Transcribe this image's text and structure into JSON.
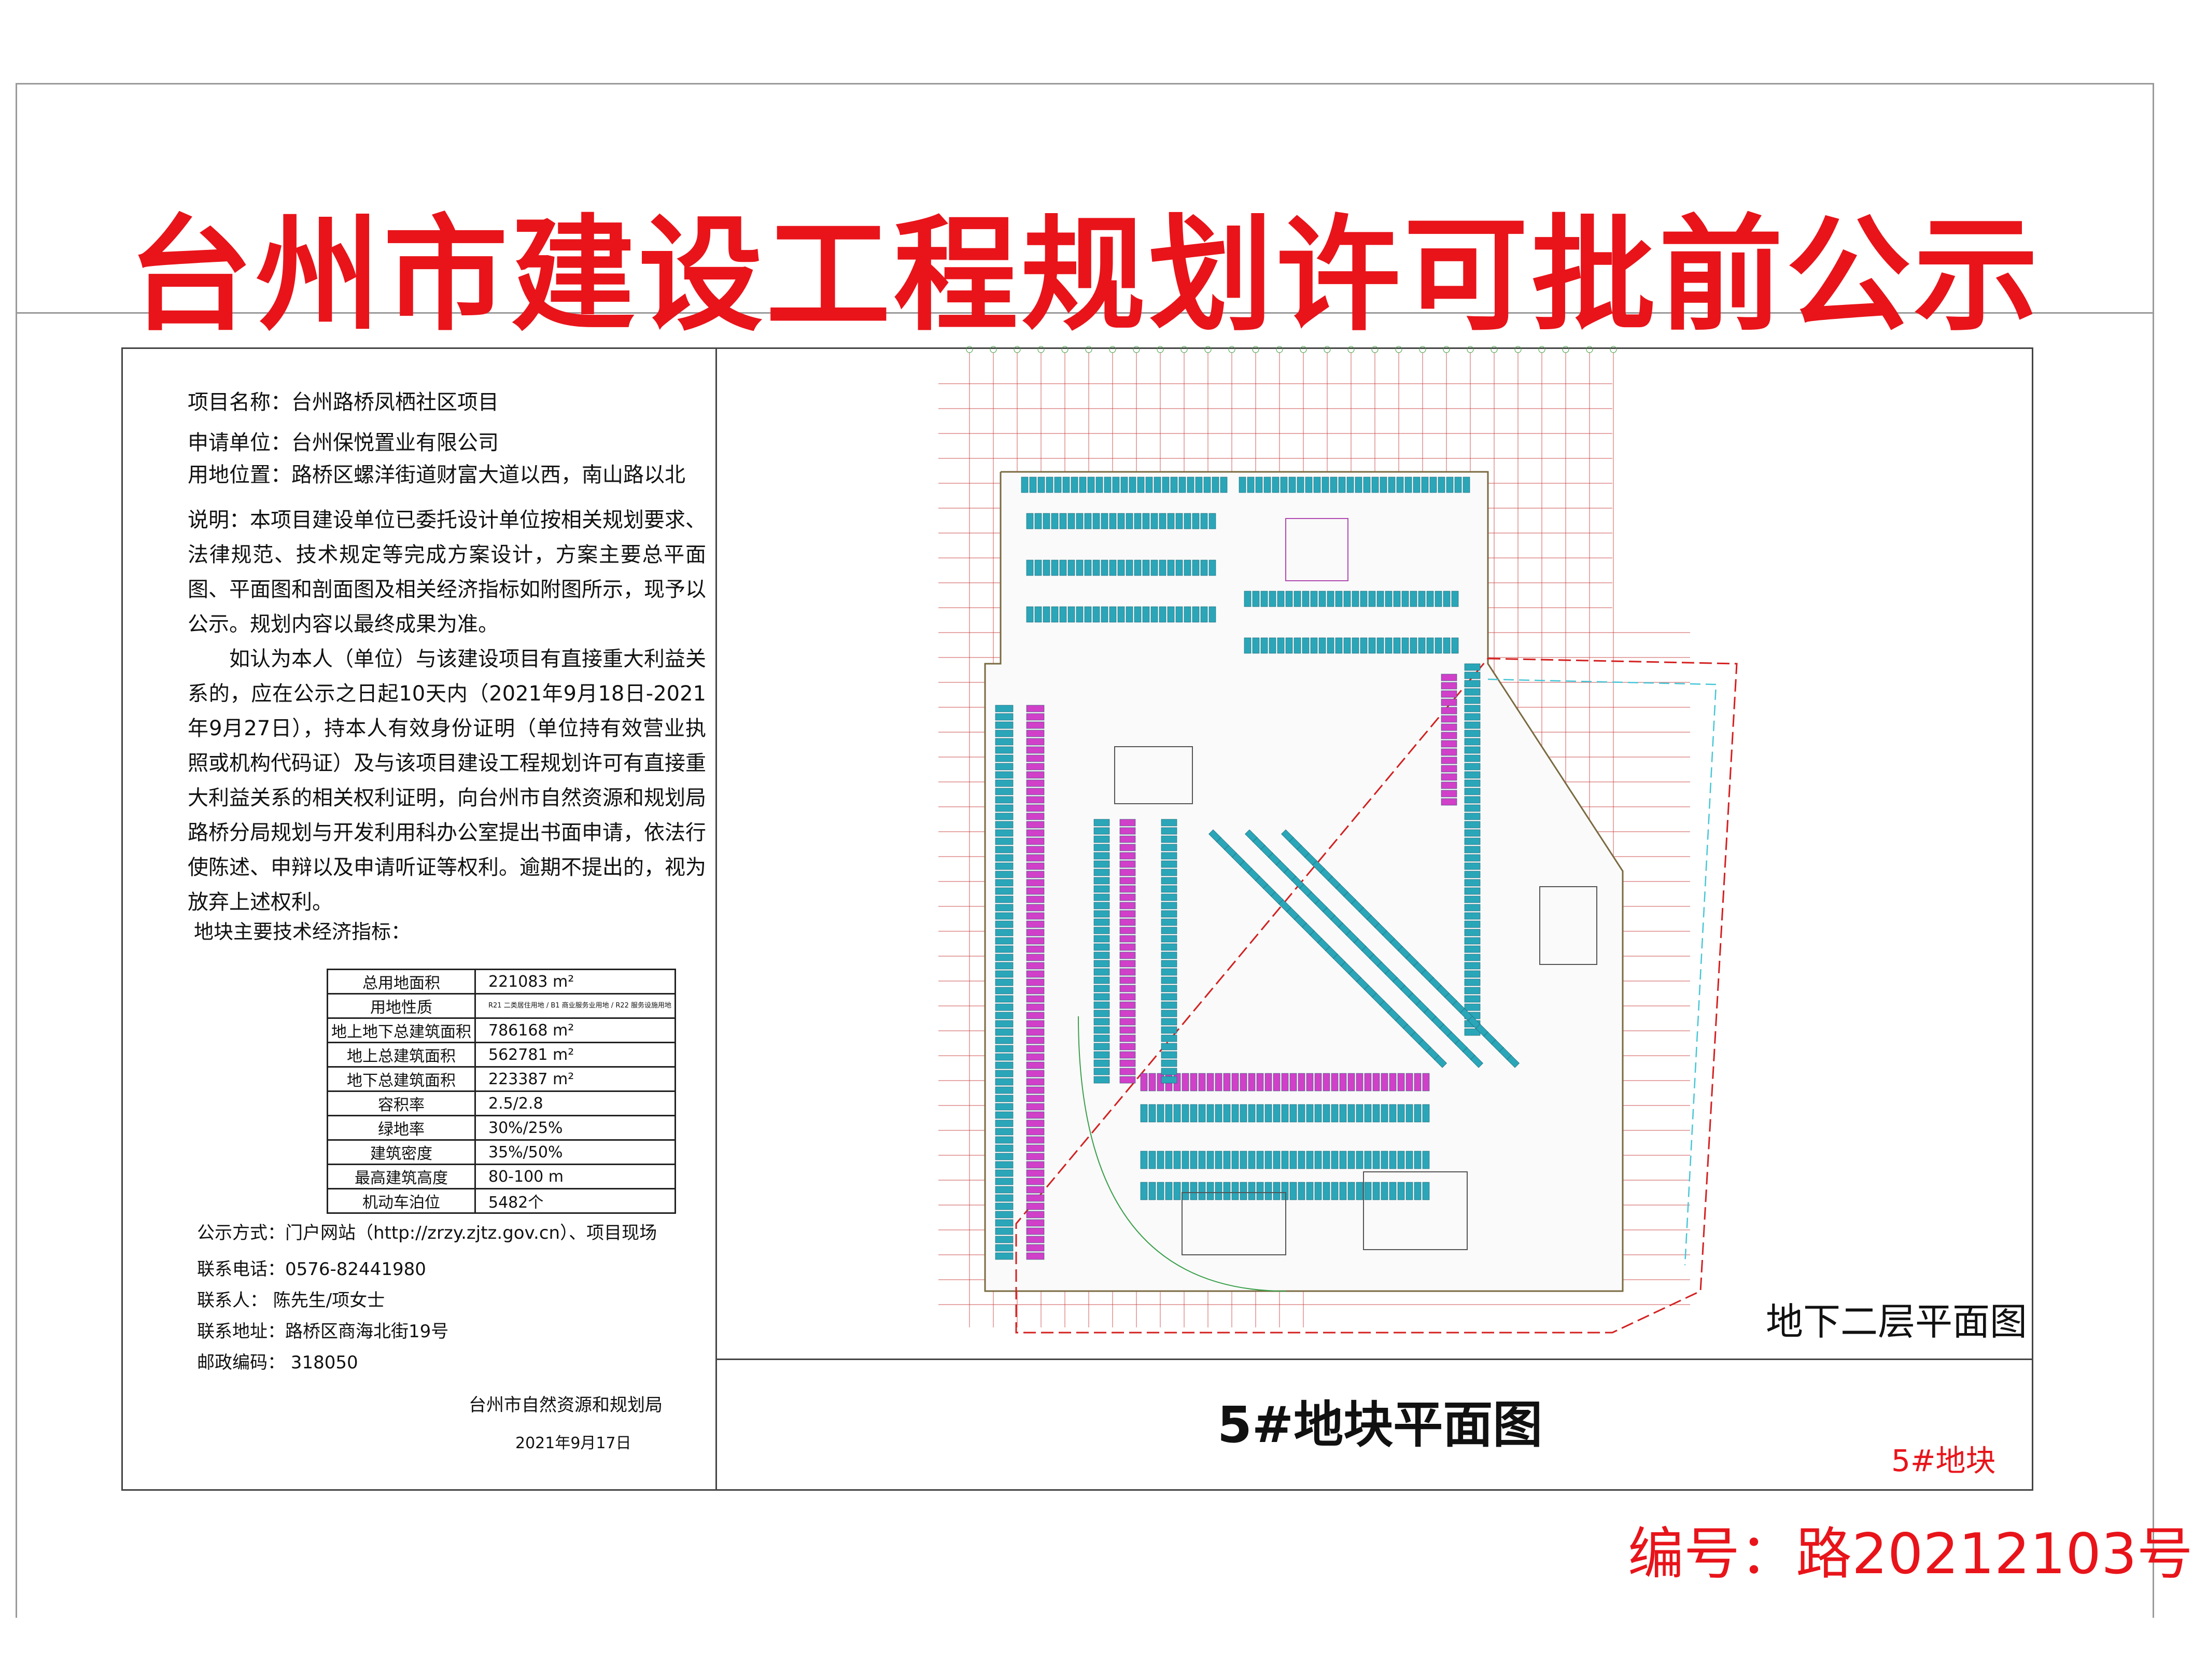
{
  "header": {
    "title": "台州市建设工程规划许可批前公示"
  },
  "project": {
    "name": "项目名称：台州路桥凤栖社区项目",
    "applicant": "申请单位：台州保悦置业有限公司",
    "location": "用地位置：路桥区螺洋街道财富大道以西，南山路以北"
  },
  "notice": {
    "paragraph1": "说明：本项目建设单位已委托设计单位按相关规划要求、法律规范、技术规定等完成方案设计，方案主要总平面图、平面图和剖面图及相关经济指标如附图所示，现予以公示。规划内容以最终成果为准。",
    "paragraph2": "如认为本人（单位）与该建设项目有直接重大利益关系的，应在公示之日起10天内（2021年9月18日-2021年9月27日），持本人有效身份证明（单位持有效营业执照或机构代码证）及与该项目建设工程规划许可有直接重大利益关系的相关权利证明，向台州市自然资源和规划局路桥分局规划与开发利用科办公室提出书面申请，依法行使陈述、申辩以及申请听证等权利。逾期不提出的，视为放弃上述权利。"
  },
  "metrics": {
    "title": "地块主要技术经济指标：",
    "rows": [
      {
        "label": "总用地面积",
        "value": "221083",
        "unit": "m²"
      },
      {
        "label": "用地性质",
        "value": "R21 二类居住用地 / B1 商业服务业用地 / R22 服务设施用地",
        "unit": ""
      },
      {
        "label": "地上地下总建筑面积",
        "value": "786168",
        "unit": "m²"
      },
      {
        "label": "地上总建筑面积",
        "value": "562781",
        "unit": "m²"
      },
      {
        "label": "地下总建筑面积",
        "value": "223387",
        "unit": "m²"
      },
      {
        "label": "容积率",
        "value": "2.5/2.8",
        "unit": ""
      },
      {
        "label": "绿地率",
        "value": "30%/25%",
        "unit": ""
      },
      {
        "label": "建筑密度",
        "value": "35%/50%",
        "unit": ""
      },
      {
        "label": "最高建筑高度",
        "value": "80-100",
        "unit": "m"
      },
      {
        "label": "机动车泊位",
        "value": "5482个",
        "unit": ""
      }
    ]
  },
  "contact": {
    "method": "公示方式：门户网站（http://zrzy.zjtz.gov.cn）、项目现场",
    "phone": "联系电话：0576-82441980",
    "person": "联系人：  陈先生/项女士",
    "address": "联系地址：路桥区商海北街19号",
    "postcode": "邮政编码：  318050"
  },
  "issuer": {
    "name": "台州市自然资源和规划局",
    "date": "2021年9月17日"
  },
  "drawing": {
    "floor_label": "地下二层平面图",
    "plan_title": "5#地块平面图",
    "plot_label": "5#地块"
  },
  "footer": {
    "serial": "编号：路20212103号"
  },
  "colors": {
    "title_red": "#e8141a",
    "parking_cyan": "#2aa6b8",
    "parking_magenta": "#d040c8",
    "grid_red": "#c83a3a",
    "boundary_red": "#d42020",
    "boundary_cyan": "#46c6d6"
  }
}
